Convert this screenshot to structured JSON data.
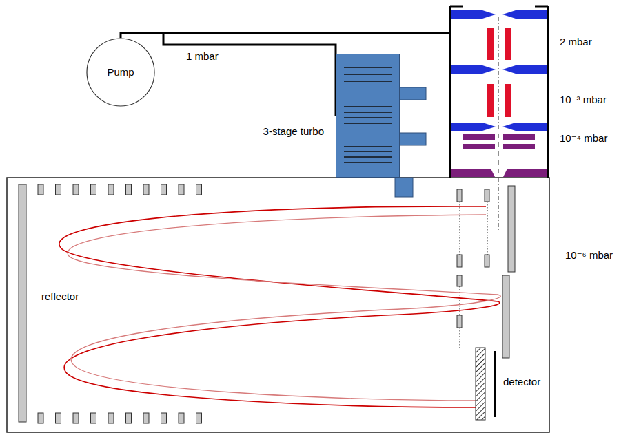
{
  "diagram": {
    "nodes": [
      {
        "text": [
          "Pump"
        ]
      },
      {
        "text": [
          "3-stage turbo"
        ]
      }
    ],
    "edges": [
      {
        "from": 0,
        "to": 1,
        "arrow": "none"
      }
    ],
    "labels": [
      "1 mbar",
      "2 mbar",
      "10⁻³ mbar",
      "10⁻⁴ mbar",
      "10⁻⁶ mbar",
      "reflector",
      "detector"
    ]
  }
}
